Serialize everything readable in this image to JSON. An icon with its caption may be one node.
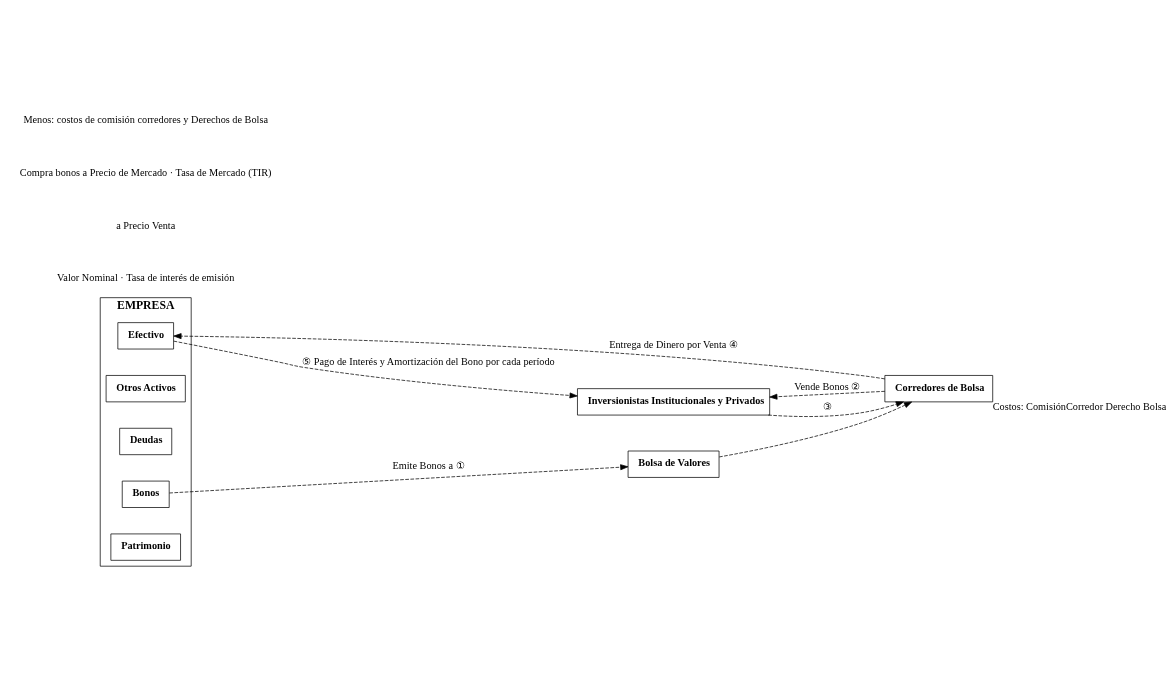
{
  "diagram": {
    "nodes": [
      {
        "text": [
          "EMPRESA"
        ]
      },
      {
        "text": [
          "Efectivo"
        ],
        "in": 0
      },
      {
        "text": [
          "Otros Activos"
        ],
        "in": 0
      },
      {
        "text": [
          "Deudas"
        ],
        "in": 0
      },
      {
        "text": [
          "Bonos"
        ],
        "in": 0
      },
      {
        "text": [
          "Patrimonio"
        ],
        "in": 0
      },
      {
        "text": [
          "Bolsa de Valores"
        ]
      },
      {
        "text": [
          "Inversionistas Institucionales y Privados"
        ]
      },
      {
        "text": [
          "Corredores de Bolsa"
        ],
        "beside": [
          "Costos: ComisiónCorredor Derecho Bolsa"
        ]
      }
    ],
    "edges": [
      {
        "from": 1,
        "to": 7,
        "arrow": "to",
        "style": "dashed",
        "label": "⑤ Pago de Interés y Amortización del Bono por cada período"
      },
      {
        "from": 4,
        "to": 6,
        "arrow": "to",
        "style": "dashed",
        "label": "Emite Bonos a ①"
      },
      {
        "from": 6,
        "to": 8,
        "arrow": "to",
        "style": "dashed"
      },
      {
        "from": 8,
        "to": 7,
        "arrow": "to",
        "style": "dashed",
        "label": "Vende Bonos ②"
      },
      {
        "from": 7,
        "to": 8,
        "arrow": "to",
        "style": "dashed",
        "label": "③"
      },
      {
        "from": 8,
        "to": 1,
        "arrow": "to",
        "style": "dashed",
        "label": "Entrega de Dinero por Venta ④"
      }
    ],
    "labels": [
      "Valor Nominal · Tasa de interés de emisión",
      "a Precio Venta",
      "Compra bonos a Precio de Mercado · Tasa de Mercado (TIR)",
      "Menos: costos de comisión corredores y Derechos de Bolsa"
    ]
  }
}
